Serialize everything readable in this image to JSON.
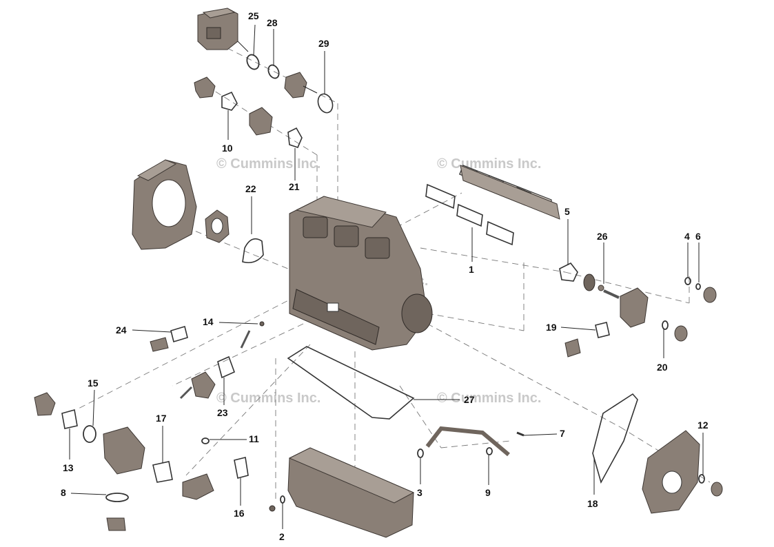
{
  "watermark": "© Cummins Inc.",
  "callouts": {
    "c1": "1",
    "c2": "2",
    "c3": "3",
    "c4": "4",
    "c5": "5",
    "c6": "6",
    "c7": "7",
    "c8": "8",
    "c9": "9",
    "c10": "10",
    "c11": "11",
    "c12": "12",
    "c13": "13",
    "c14": "14",
    "c15": "15",
    "c16": "16",
    "c17": "17",
    "c18": "18",
    "c19": "19",
    "c20": "20",
    "c21": "21",
    "c22": "22",
    "c23": "23",
    "c24": "24",
    "c25": "25",
    "c26": "26",
    "c27": "27",
    "c28": "28",
    "c29": "29"
  },
  "colors": {
    "part": "#8a7f76",
    "watermark": "#c9c9c9",
    "ink": "#111111"
  }
}
